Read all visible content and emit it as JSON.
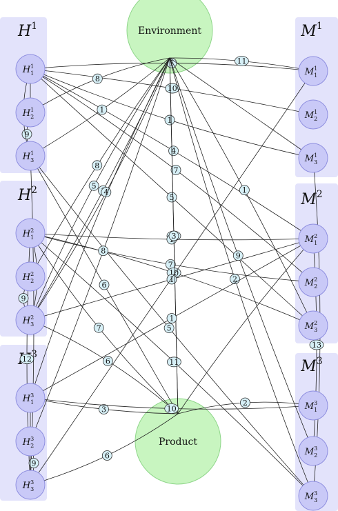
{
  "groups": {
    "H1": {
      "base": "H",
      "sup": "1"
    },
    "H2": {
      "base": "H",
      "sup": "2"
    },
    "H3": {
      "base": "H",
      "sup": "3"
    },
    "M1": {
      "base": "M",
      "sup": "1"
    },
    "M2": {
      "base": "M",
      "sup": "2"
    },
    "M3": {
      "base": "M",
      "sup": "3"
    }
  },
  "nodes": {
    "H1_1": {
      "base": "H",
      "sub": "1",
      "sup": "1"
    },
    "H1_2": {
      "base": "H",
      "sub": "2",
      "sup": "1"
    },
    "H1_3": {
      "base": "H",
      "sub": "3",
      "sup": "1"
    },
    "H2_1": {
      "base": "H",
      "sub": "1",
      "sup": "2"
    },
    "H2_2": {
      "base": "H",
      "sub": "2",
      "sup": "2"
    },
    "H2_3": {
      "base": "H",
      "sub": "3",
      "sup": "2"
    },
    "H3_1": {
      "base": "H",
      "sub": "1",
      "sup": "3"
    },
    "H3_2": {
      "base": "H",
      "sub": "2",
      "sup": "3"
    },
    "H3_3": {
      "base": "H",
      "sub": "3",
      "sup": "3"
    },
    "M1_1": {
      "base": "M",
      "sub": "1",
      "sup": "1"
    },
    "M1_2": {
      "base": "M",
      "sub": "2",
      "sup": "1"
    },
    "M1_3": {
      "base": "M",
      "sub": "3",
      "sup": "1"
    },
    "M2_1": {
      "base": "M",
      "sub": "1",
      "sup": "2"
    },
    "M2_2": {
      "base": "M",
      "sub": "2",
      "sup": "2"
    },
    "M2_3": {
      "base": "M",
      "sub": "3",
      "sup": "2"
    },
    "M3_1": {
      "base": "M",
      "sub": "1",
      "sup": "3"
    },
    "M3_2": {
      "base": "M",
      "sub": "2",
      "sup": "3"
    },
    "M3_3": {
      "base": "M",
      "sub": "3",
      "sup": "3"
    }
  },
  "hubs": {
    "environment": "Environment",
    "product": "Product"
  },
  "edges": [
    {
      "from": "H1_1",
      "to": "M1_1",
      "label": "1"
    },
    {
      "from": "H1_1",
      "to": "M1_2",
      "label": "10"
    },
    {
      "from": "H1_1",
      "to": "H1_2",
      "label": ""
    },
    {
      "from": "H1_2",
      "to": "H1_3",
      "label": "9"
    },
    {
      "from": "H1_1",
      "to": "H1_3",
      "label": ""
    },
    {
      "from": "H1_2",
      "to": "Env",
      "label": "8"
    },
    {
      "from": "H1_1",
      "to": "M2_1",
      "label": "4"
    },
    {
      "from": "H1_1",
      "to": "M2_3",
      "label": "5"
    },
    {
      "from": "H1_3",
      "to": "Env",
      "label": "1"
    },
    {
      "from": "H1_1",
      "to": "M1_3",
      "label": "1"
    },
    {
      "from": "H1_1",
      "to": "M2_2",
      "label": "7"
    },
    {
      "from": "Env",
      "to": "M1_1",
      "label": "11"
    },
    {
      "from": "Env",
      "to": "M1_3",
      "label": ""
    },
    {
      "from": "H2_3",
      "to": "Env",
      "label": "1"
    },
    {
      "from": "H2_3",
      "to": "Env",
      "label": "4"
    },
    {
      "from": "H2_3",
      "to": "Env",
      "label": "5"
    },
    {
      "from": "Env",
      "to": "M2_3",
      "label": "1"
    },
    {
      "from": "Env",
      "to": "Product",
      "label": "11"
    },
    {
      "from": "H2_1",
      "to": "M2_1",
      "label": "1"
    },
    {
      "from": "H2_1",
      "to": "M2_2",
      "label": "7"
    },
    {
      "from": "H2_1",
      "to": "M2_3",
      "label": "10"
    },
    {
      "from": "H2_1",
      "to": "M3_3",
      "label": "11"
    },
    {
      "from": "H2_3",
      "to": "M2_1",
      "label": "1"
    },
    {
      "from": "H2_1",
      "to": "H3_3",
      "label": "12"
    },
    {
      "from": "H2_2",
      "to": "H2_3",
      "label": "9"
    },
    {
      "from": "H2_1",
      "to": "H2_3",
      "label": ""
    },
    {
      "from": "H2_2",
      "to": "Env",
      "label": "8"
    },
    {
      "from": "H1_3",
      "to": "Product",
      "label": "6"
    },
    {
      "from": "H1_3",
      "to": "M3_3",
      "label": "5"
    },
    {
      "from": "H2_1",
      "to": "Product",
      "label": "7"
    },
    {
      "from": "H2_3",
      "to": "Product",
      "label": "6"
    },
    {
      "from": "H1_3",
      "to": "H3_3",
      "label": "12"
    },
    {
      "from": "Env",
      "to": "Product",
      "label": "3"
    },
    {
      "from": "Env",
      "to": "M3_2",
      "label": "9"
    },
    {
      "from": "Env",
      "to": "M3_3",
      "label": "2"
    },
    {
      "from": "M1_3",
      "to": "M3_3",
      "label": "13"
    },
    {
      "from": "M2_1",
      "to": "M3_2",
      "label": "13"
    },
    {
      "from": "H3_1",
      "to": "M2_1",
      "label": "1"
    },
    {
      "from": "H3_1",
      "to": "Product",
      "label": "3"
    },
    {
      "from": "H3_1",
      "to": "M3_1",
      "label": "10"
    },
    {
      "from": "H3_1",
      "to": "Env",
      "label": ""
    },
    {
      "from": "H3_2",
      "to": "H3_3",
      "label": "9"
    },
    {
      "from": "H3_1",
      "to": "H3_3",
      "label": ""
    },
    {
      "from": "H3_2",
      "to": "Env",
      "label": "8"
    },
    {
      "from": "H3_3",
      "to": "Product",
      "label": "6"
    },
    {
      "from": "Product",
      "to": "M3_1",
      "label": "2"
    },
    {
      "from": "Product",
      "to": "M2_1",
      "label": ""
    },
    {
      "from": "H3_3",
      "to": "M1_1",
      "label": ""
    }
  ]
}
